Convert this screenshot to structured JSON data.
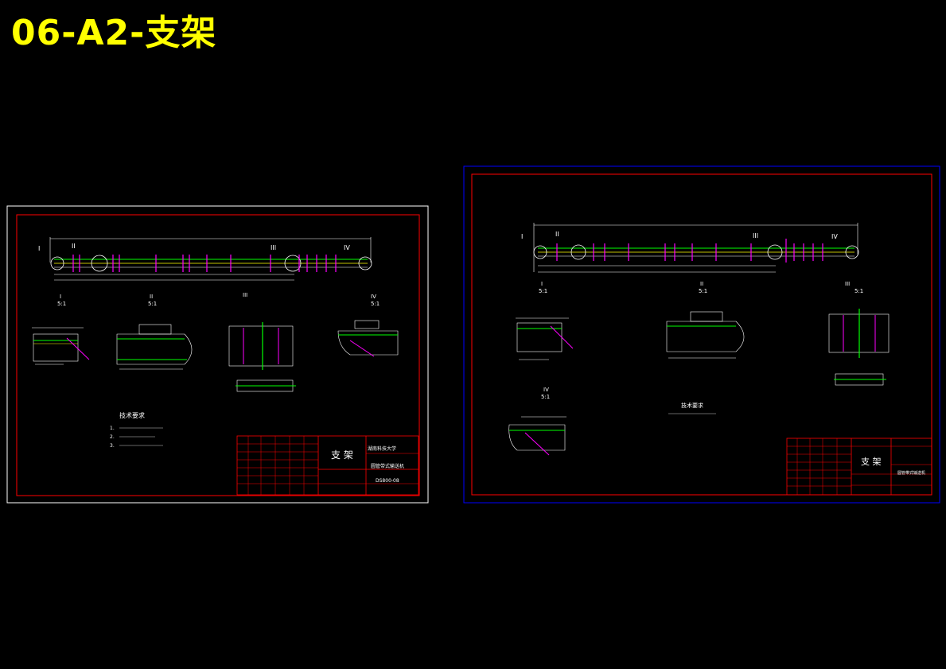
{
  "title": "06-A2-支架",
  "sheet_left": {
    "views": [
      "I",
      "II",
      "III",
      "IV"
    ],
    "view_scales": [
      "5:1",
      "5:1",
      "",
      "5:1"
    ],
    "tech_title": "技术要求",
    "tech_lines": [
      "1.",
      "2.",
      "3."
    ],
    "part_name": "支 架",
    "drawing_no": "DS800-08",
    "school": "湖南科技大学",
    "product": "圆管带式输送机"
  },
  "sheet_right": {
    "views": [
      "I",
      "II",
      "III",
      "IV"
    ],
    "view_scales": [
      "5:1",
      "5:1",
      "5:1",
      "5:1"
    ],
    "tech_title": "技术要求",
    "part_name": "支 架",
    "product": "圆管带式输送机"
  },
  "colors": {
    "title": "#ffff00",
    "border_red": "#ff0000",
    "border_white": "#ffffff",
    "border_blue": "#0000ff",
    "beam_green": "#00ff00",
    "bolt_magenta": "#ff00ff",
    "line_white": "#ffffff"
  }
}
